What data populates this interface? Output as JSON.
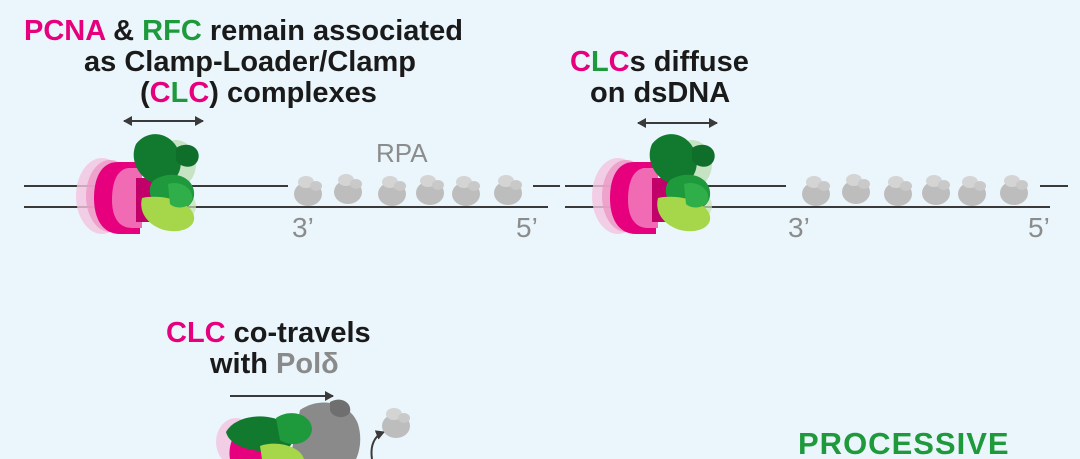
{
  "colors": {
    "background": "#eaf6fc",
    "pcna": "#e6007e",
    "rfc": "#1e9a3c",
    "rfc_light": "#a6d64a",
    "rpa": "#bcbcbc",
    "dna": "#3a3a3a",
    "text": "#1a1a1a",
    "pol": "#8a8a8a"
  },
  "panel1": {
    "t1_pcna": "PCNA",
    "t1_amp": " & ",
    "t1_rfc": "RFC",
    "t1_rest": " remain associated",
    "t2": "as Clamp-Loader/Clamp",
    "t3_open": "(",
    "t3_c": "C",
    "t3_l": "L",
    "t3_c2": "C",
    "t3_close": ") complexes",
    "rpa_label": "RPA",
    "end3": "3’",
    "end5": "5’"
  },
  "panel2": {
    "t1_c": "C",
    "t1_l": "L",
    "t1_c2": "C",
    "t1_rest": "s diffuse",
    "t2": "on dsDNA",
    "end3": "3’",
    "end5": "5’"
  },
  "panel3": {
    "t1_clc": "CLC",
    "t1_rest": " co-travels",
    "t2_with": "with ",
    "t2_pol": "Polδ",
    "processive": "PROCESSIVE"
  }
}
